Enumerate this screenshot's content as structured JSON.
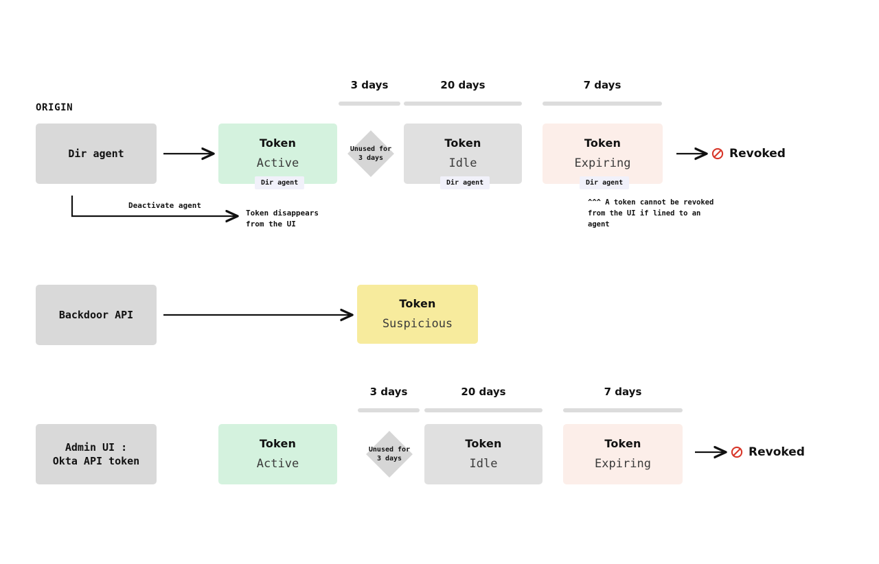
{
  "diagram": {
    "section_label": "ORIGIN",
    "revoked_icon": "prohibition-icon",
    "accent_colors": {
      "gray": "#d9d9d9",
      "idle_gray": "#e0e0e0",
      "green": "#d4f2de",
      "pink": "#fceee9",
      "yellow": "#f7eb9d",
      "badge": "#f1f1fa",
      "timeline_bar": "#dcdcdc",
      "revoked_red": "#d8372a"
    }
  },
  "rows": {
    "dir_agent": {
      "origin": "Dir agent",
      "timeline": [
        {
          "label": "3 days"
        },
        {
          "label": "20 days"
        },
        {
          "label": "7 days"
        }
      ],
      "states": [
        {
          "title": "Token",
          "state": "Active",
          "badge": "Dir agent"
        },
        {
          "title": "Token",
          "state": "Idle",
          "badge": "Dir agent"
        },
        {
          "title": "Token",
          "state": "Expiring",
          "badge": "Dir agent"
        }
      ],
      "gate": "Unused for\n3 days",
      "terminal": "Revoked",
      "deactivate_edge_label": "Deactivate agent",
      "deactivate_result": "Token disappears\nfrom the UI",
      "note": "^^^ A token cannot be revoked\nfrom the UI if lined to an\nagent"
    },
    "backdoor_api": {
      "origin": "Backdoor API",
      "states": [
        {
          "title": "Token",
          "state": "Suspicious"
        }
      ]
    },
    "admin_ui": {
      "origin": "Admin UI :\nOkta API token",
      "timeline": [
        {
          "label": "3 days"
        },
        {
          "label": "20 days"
        },
        {
          "label": "7 days"
        }
      ],
      "states": [
        {
          "title": "Token",
          "state": "Active"
        },
        {
          "title": "Token",
          "state": "Idle"
        },
        {
          "title": "Token",
          "state": "Expiring"
        }
      ],
      "gate": "Unused for\n3 days",
      "terminal": "Revoked"
    }
  }
}
